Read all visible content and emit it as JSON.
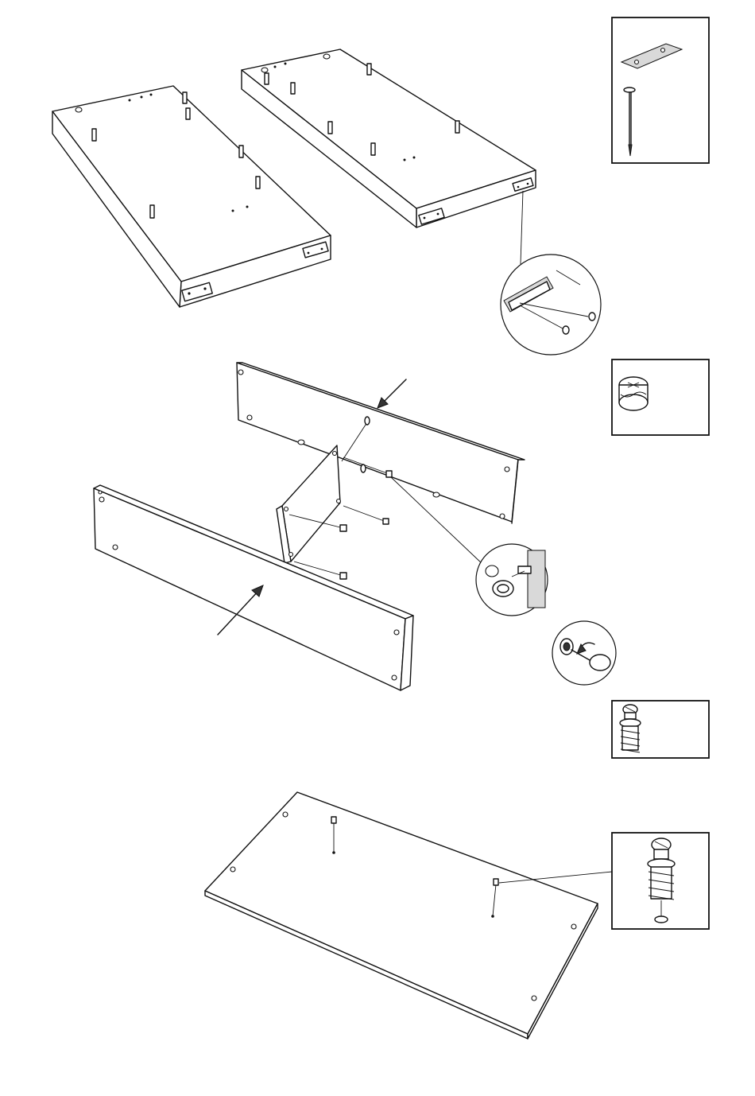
{
  "colors": {
    "line": "#111111",
    "background": "#ffffff",
    "shade": "#d9d9d9"
  },
  "steps": [
    {
      "name": "connector-plate-assembly",
      "parts": [
        "connector-plate",
        "nail"
      ]
    },
    {
      "name": "frame-assembly",
      "parts": [
        "cam-lock"
      ]
    },
    {
      "name": "cam-bolt-insertion",
      "parts": [
        "cam-bolt"
      ]
    },
    {
      "name": "base-panel-bolts",
      "parts": [
        "cam-bolt"
      ]
    }
  ]
}
